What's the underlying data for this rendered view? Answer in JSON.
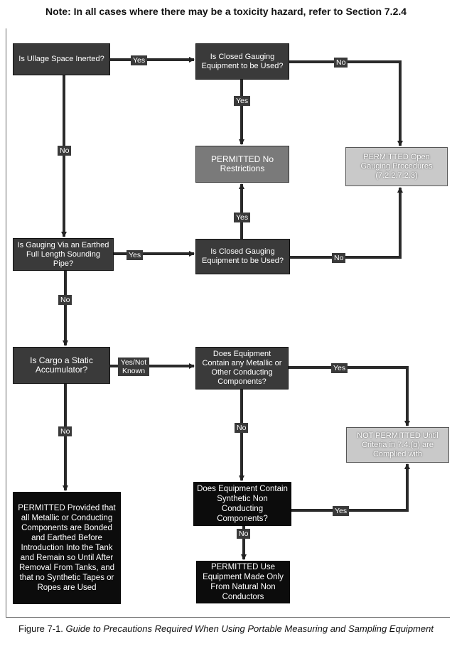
{
  "note": "Note: In all cases where there may be a toxicity hazard, refer to Section 7.2.4",
  "nodes": {
    "ullage": "Is Ullage Space Inerted?",
    "closed_gauging_1": "Is Closed Gauging Equipment to be Used?",
    "permitted_no_restrictions": "PERMITTED No Restrictions",
    "permitted_open_gauging": "PERMITTED Open Gauging Procedures (7.2.2.7.2.3)",
    "sounding_pipe": "Is Gauging Via an Earthed Full Length Sounding Pipe?",
    "closed_gauging_2": "Is Closed Gauging Equipment to be Used?",
    "static_accumulator": "Is Cargo a Static Accumulator?",
    "metallic_components": "Does Equipment Contain any Metallic or Other Conducting Components?",
    "not_permitted": "NOT PERMITTED Until Criteria in 7.4.(b) are Complied with",
    "synthetic_components": "Does Equipment Contain Synthetic Non Conducting Components?",
    "permitted_bonded": "PERMITTED Provided that all Metallic or Conducting Components are Bonded and Earthed Before Introduction Into the Tank and Remain so Until After Removal From Tanks, and that no Synthetic Tapes or Ropes are Used",
    "permitted_natural": "PERMITTED Use Equipment Made Only From Natural Non Conductors"
  },
  "edge_labels": {
    "ullage_yes": "Yes",
    "closed1_no": "No",
    "closed1_yes": "Yes",
    "ullage_no": "No",
    "sounding_yes": "Yes",
    "closed2_yes": "Yes",
    "closed2_no": "No",
    "sounding_no": "No",
    "static_yes_not_known": "Yes/Not Known",
    "metallic_yes": "Yes",
    "static_no": "No",
    "metallic_no": "No",
    "synthetic_yes": "Yes",
    "synthetic_no": "No"
  },
  "caption": {
    "prefix": "Figure 7-1.",
    "title": "Guide to Precautions Required When Using Portable Measuring and Sampling Equipment"
  }
}
